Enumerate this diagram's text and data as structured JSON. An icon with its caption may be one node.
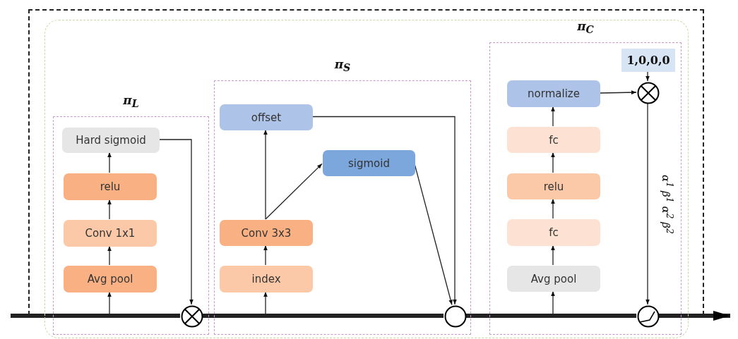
{
  "diagram": {
    "nodes": [
      {
        "text": [
          "π$_{L}$"
        ]
      },
      {
        "text": [
          "Hard sigmoid"
        ],
        "in": 0
      },
      {
        "text": [
          "relu"
        ],
        "in": 0
      },
      {
        "text": [
          "Conv 1x1"
        ],
        "in": 0
      },
      {
        "text": [
          "Avg pool"
        ],
        "in": 0
      },
      {
        "text": [],
        "shape": "circle",
        "in": 0
      },
      {
        "text": [
          "π$_{S}$"
        ]
      },
      {
        "text": [
          "offset"
        ],
        "in": 6
      },
      {
        "text": [
          "sigmoid"
        ],
        "in": 6
      },
      {
        "text": [
          "Conv 3x3"
        ],
        "in": 6
      },
      {
        "text": [
          "index"
        ],
        "in": 6
      },
      {
        "text": [],
        "shape": "circle",
        "in": 6
      },
      {
        "text": [
          "π$_{C}$"
        ]
      },
      {
        "text": [
          "1,0,0,0"
        ],
        "in": 12
      },
      {
        "text": [
          "normalize"
        ],
        "in": 12
      },
      {
        "text": [
          "fc"
        ],
        "in": 12
      },
      {
        "text": [
          "relu"
        ],
        "in": 12
      },
      {
        "text": [
          "fc"
        ],
        "in": 12
      },
      {
        "text": [
          "Avg pool"
        ],
        "in": 12
      },
      {
        "text": [],
        "shape": "circle",
        "in": 12
      },
      {
        "text": [],
        "shape": "circle",
        "in": 12
      }
    ],
    "edges": [
      {
        "from": null,
        "to": 5,
        "arrow": "none",
        "style": "thick"
      },
      {
        "from": 5,
        "to": 11,
        "arrow": "none",
        "style": "thick"
      },
      {
        "from": 11,
        "to": 20,
        "arrow": "none",
        "style": "thick"
      },
      {
        "from": 20,
        "to": null,
        "arrow": "to",
        "style": "thick"
      },
      {
        "from": null,
        "to": 4,
        "arrow": "to"
      },
      {
        "from": 4,
        "to": 3,
        "arrow": "to"
      },
      {
        "from": 3,
        "to": 2,
        "arrow": "to"
      },
      {
        "from": 2,
        "to": 1,
        "arrow": "to"
      },
      {
        "from": 1,
        "to": 5,
        "arrow": "to"
      },
      {
        "from": null,
        "to": 10,
        "arrow": "to"
      },
      {
        "from": 10,
        "to": 9,
        "arrow": "to"
      },
      {
        "from": 9,
        "to": 7,
        "arrow": "to"
      },
      {
        "from": 9,
        "to": 8,
        "arrow": "to"
      },
      {
        "from": 7,
        "to": 11,
        "arrow": "to"
      },
      {
        "from": 8,
        "to": 11,
        "arrow": "to"
      },
      {
        "from": null,
        "to": 18,
        "arrow": "to"
      },
      {
        "from": 18,
        "to": 17,
        "arrow": "to"
      },
      {
        "from": 17,
        "to": 16,
        "arrow": "to"
      },
      {
        "from": 16,
        "to": 15,
        "arrow": "to"
      },
      {
        "from": 15,
        "to": 14,
        "arrow": "to"
      },
      {
        "from": 14,
        "to": 19,
        "arrow": "to"
      },
      {
        "from": 13,
        "to": 19,
        "arrow": "to"
      },
      {
        "from": 19,
        "to": 20,
        "arrow": "to",
        "label": "α$^{1}$ β$^{1}$ α$^{2}$ β$^{2}$"
      }
    ]
  }
}
